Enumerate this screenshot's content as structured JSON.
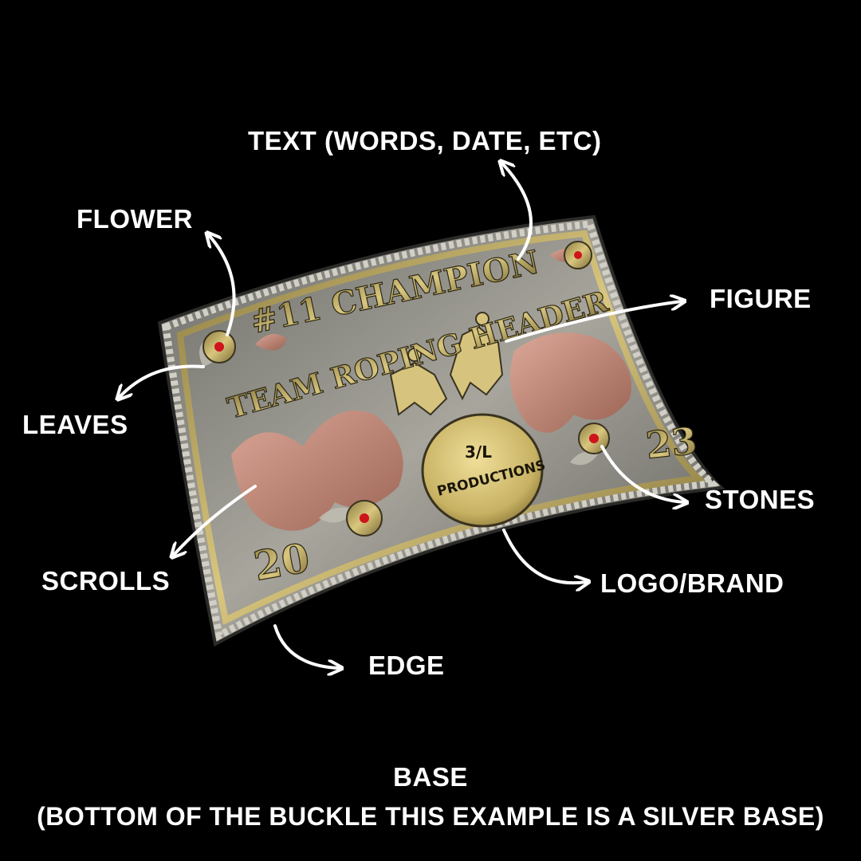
{
  "labels": {
    "text": "TEXT (WORDS, DATE, ETC)",
    "flower": "FLOWER",
    "figure": "FIGURE",
    "leaves": "LEAVES",
    "stones": "STONES",
    "scrolls": "SCROLLS",
    "logo": "LOGO/BRAND",
    "edge": "EDGE",
    "base_title": "BASE",
    "base_note": "(BOTTOM OF THE BUCKLE THIS EXAMPLE IS A SILVER BASE)"
  },
  "buckle": {
    "line1": "#11 CHAMPION",
    "line2": "TEAM ROPING HEADER",
    "logo_line1": "3/L",
    "logo_line2": "PRODUCTIONS",
    "year_left": "20",
    "year_right": "23"
  },
  "colors": {
    "background": "#000000",
    "label": "#ffffff",
    "gold": "#c9b46a",
    "copper": "#c98a78",
    "silver": "#8f8f88",
    "stone": "#d0141c"
  }
}
